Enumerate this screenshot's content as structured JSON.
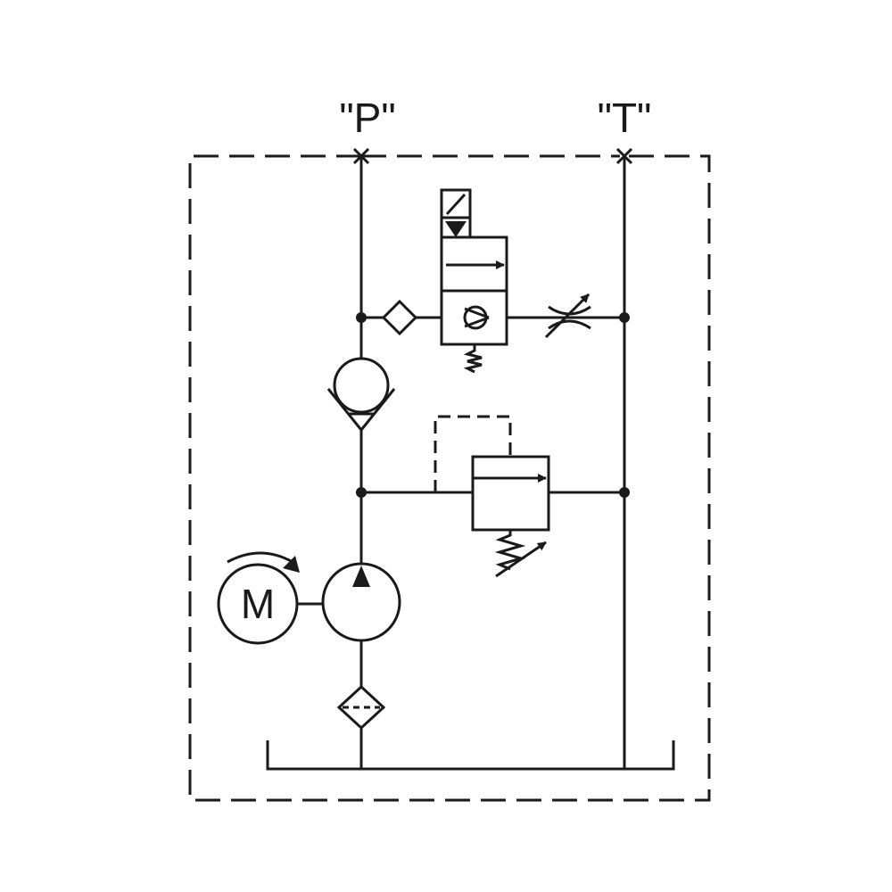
{
  "ports": {
    "p_label": "\"P\"",
    "t_label": "\"T\""
  },
  "motor": {
    "label": "M"
  },
  "colors": {
    "line": "#1a1a1a",
    "background": "#ffffff"
  }
}
